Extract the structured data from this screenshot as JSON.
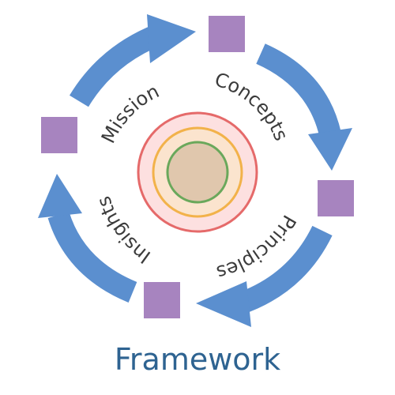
{
  "diagram": {
    "title": "Framework",
    "labels": {
      "mission": "Mission",
      "concepts": "Concepts",
      "principles": "Principles",
      "insights": "Insights"
    },
    "colors": {
      "arrow": "#5b8fcf",
      "node": "#a784bf",
      "outer_ring_fill": "#fde0e0",
      "outer_ring_stroke": "#e56a6a",
      "middle_ring_fill": "#fbe4ce",
      "middle_ring_stroke": "#f2b24a",
      "inner_circle_fill": "#e0c7ad",
      "inner_circle_stroke": "#6aa85b",
      "title": "#2e6391",
      "text": "#3b3b3b"
    }
  }
}
